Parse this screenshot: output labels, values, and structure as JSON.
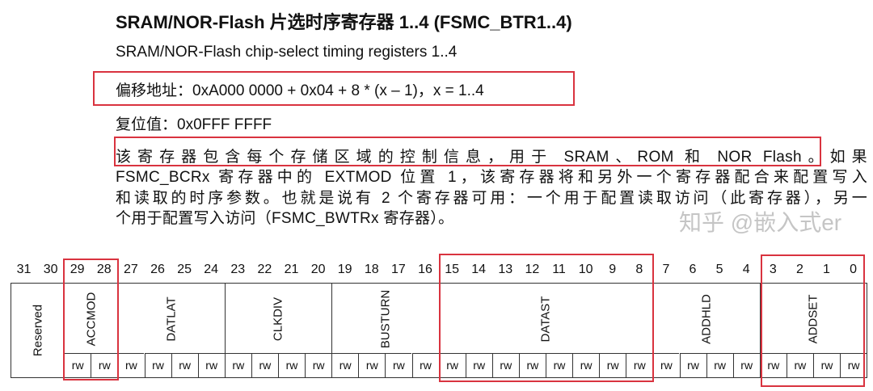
{
  "title": "SRAM/NOR-Flash 片选时序寄存器 1..4 (FSMC_BTR1..4)",
  "subtitle": "SRAM/NOR-Flash chip-select timing registers 1..4",
  "offset": "偏移地址：0xA000 0000 + 0x04 + 8 * (x – 1)，x = 1..4",
  "reset": "复位值：0x0FFF FFFF",
  "paragraph": [
    "该寄存器包含每个存储区域的控制信息，用于 SRAM、ROM 和 NOR Flash。如果",
    "FSMC_BCRx 寄存器中的 EXTMOD 位置 1，该寄存器将和另外一个寄存器配合来配置写入",
    "和读取的时序参数。也就是说有 2 个寄存器可用：一个用于配置读取访问（此寄存器），另一",
    "个用于配置写入访问（FSMC_BWTRx 寄存器）。"
  ],
  "register": {
    "bits": [
      "31",
      "30",
      "29",
      "28",
      "27",
      "26",
      "25",
      "24",
      "23",
      "22",
      "21",
      "20",
      "19",
      "18",
      "17",
      "16",
      "15",
      "14",
      "13",
      "12",
      "11",
      "10",
      "9",
      "8",
      "7",
      "6",
      "5",
      "4",
      "3",
      "2",
      "1",
      "0"
    ],
    "fields": [
      {
        "name": "Reserved",
        "hi": 31,
        "lo": 30,
        "access": ""
      },
      {
        "name": "ACCMOD",
        "hi": 29,
        "lo": 28,
        "access": "rw"
      },
      {
        "name": "DATLAT",
        "hi": 27,
        "lo": 24,
        "access": "rw"
      },
      {
        "name": "CLKDIV",
        "hi": 23,
        "lo": 20,
        "access": "rw"
      },
      {
        "name": "BUSTURN",
        "hi": 19,
        "lo": 16,
        "access": "rw"
      },
      {
        "name": "DATAST",
        "hi": 15,
        "lo": 8,
        "access": "rw"
      },
      {
        "name": "ADDHLD",
        "hi": 7,
        "lo": 4,
        "access": "rw"
      },
      {
        "name": "ADDSET",
        "hi": 3,
        "lo": 0,
        "access": "rw"
      }
    ]
  },
  "highlight_color": "#d9333f",
  "watermark": "知乎 @嵌入式er"
}
